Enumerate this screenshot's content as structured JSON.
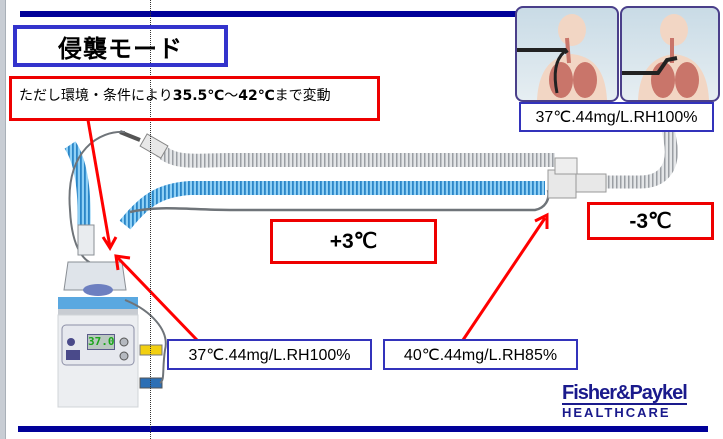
{
  "slide": {
    "title": "侵襲モード",
    "note": {
      "prefix": "ただし環境・条件により",
      "low_temp": "35.5℃",
      "tilde": "～",
      "high_temp": "42℃",
      "suffix": "まで変動"
    },
    "temp_change_circuit": "+3℃",
    "temp_change_patient": "-3℃",
    "labels": {
      "patient": "37℃.44mg/L.RH100%",
      "chamber_outlet": "37℃.44mg/L.RH100%",
      "circuit_end": "40℃.44mg/L.RH85%"
    },
    "humidifier_display": "37.0",
    "panels": [
      {
        "name": "intubated-patient-illustration"
      },
      {
        "name": "tracheostomy-patient-illustration"
      }
    ],
    "logo": {
      "line1": "Fisher&Paykel",
      "line2": "HEALTHCARE"
    }
  },
  "colors": {
    "accent_blue": "#000099",
    "box_blue": "#3333bb",
    "box_red": "#ee0000",
    "tube_blue": "#3a9ad9",
    "tube_gray": "#c8cbce",
    "display_green": "#1aa51a"
  }
}
